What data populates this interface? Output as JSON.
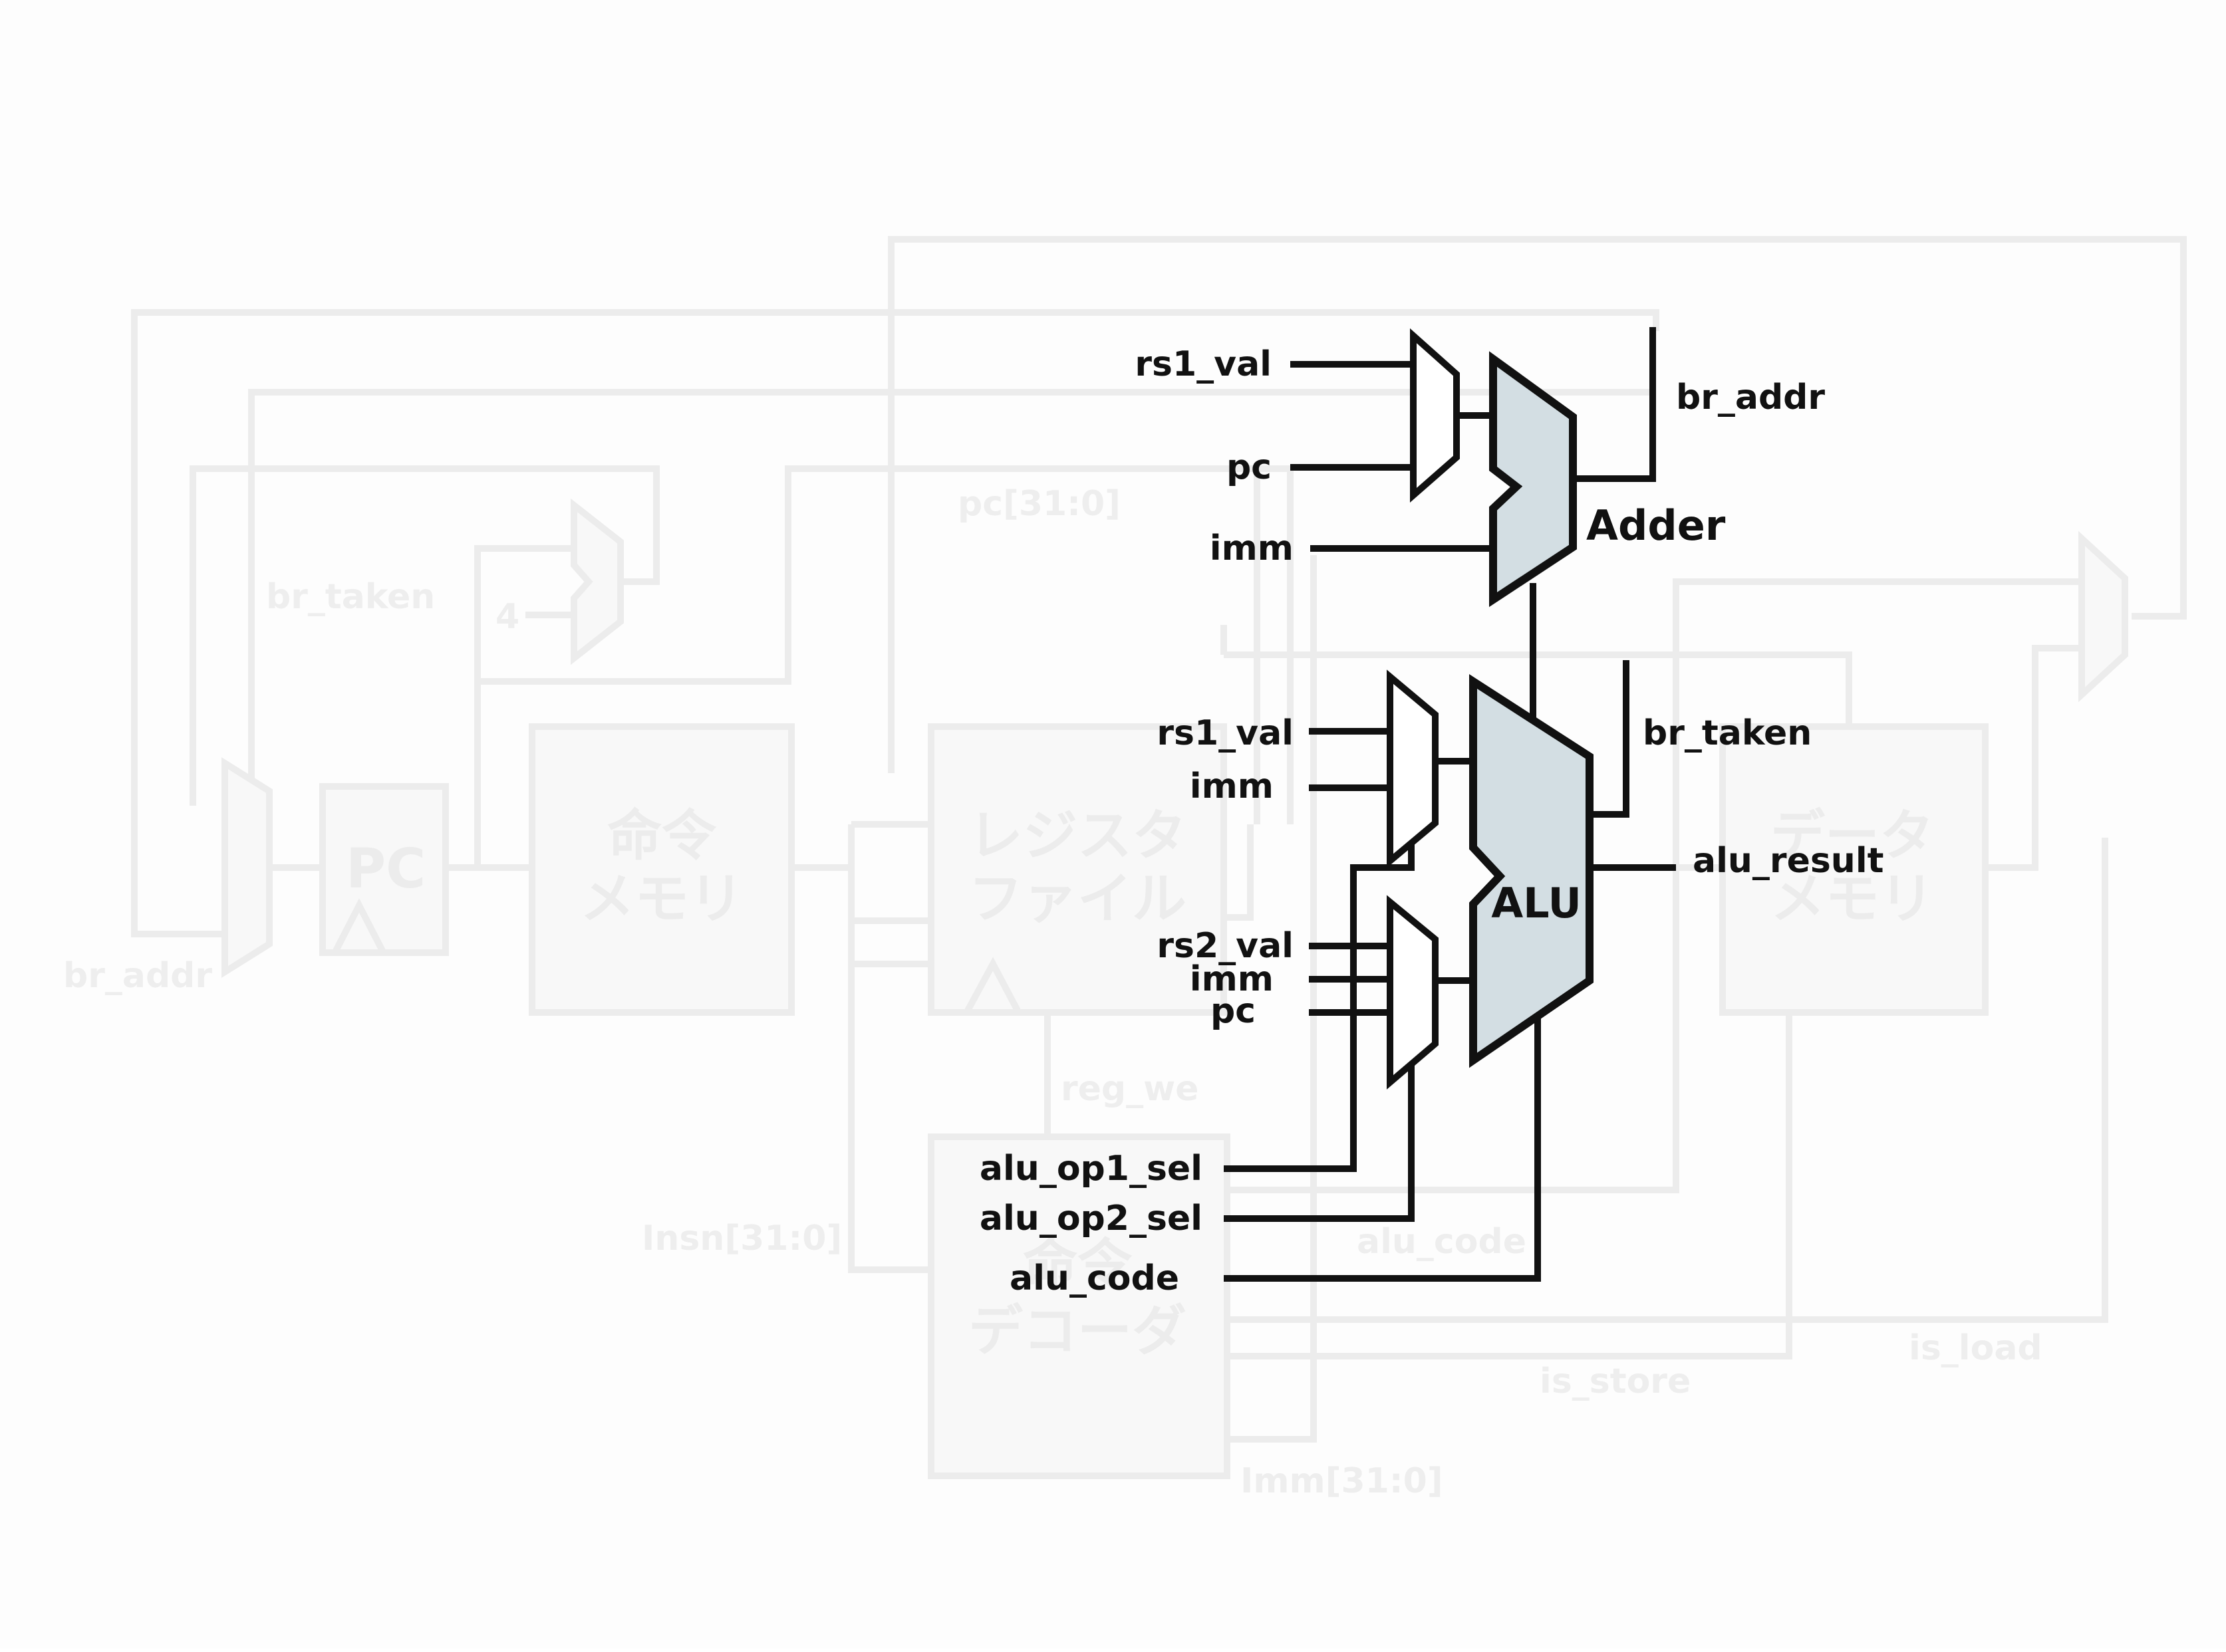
{
  "colors": {
    "background": "#fdfdfd",
    "faded": "#ececec",
    "active": "#111111",
    "unit_fill": "#d3dee3"
  },
  "background_labels": {
    "pc_bits": "pc[31:0]",
    "br_taken": "br_taken",
    "four": "4",
    "br_addr": "br_addr",
    "pc_reg": "PC",
    "imem_line1": "命令",
    "imem_line2": "メモリ",
    "regfile_line1": "レジスタ",
    "regfile_line2": "ファイル",
    "decoder_line1": "命令",
    "decoder_line2": "デコーダ",
    "dmem_line1": "データ",
    "dmem_line2": "メモリ",
    "reg_we": "reg_we",
    "insn_bits": "Insn[31:0]",
    "alu_code_faint": "alu_code",
    "is_store": "is_store",
    "is_load": "is_load",
    "imm_bits": "Imm[31:0]"
  },
  "adder": {
    "label": "Adder",
    "input_a": "rs1_val",
    "input_b": "pc",
    "input_imm": "imm",
    "output": "br_addr"
  },
  "alu": {
    "label": "ALU",
    "op1_in_a": "rs1_val",
    "op1_in_b": "imm",
    "op2_in_a": "rs2_val",
    "op2_in_b": "imm",
    "op2_in_c": "pc",
    "output_taken": "br_taken",
    "output_result": "alu_result",
    "sel1": "alu_op1_sel",
    "sel2": "alu_op2_sel",
    "code": "alu_code"
  }
}
